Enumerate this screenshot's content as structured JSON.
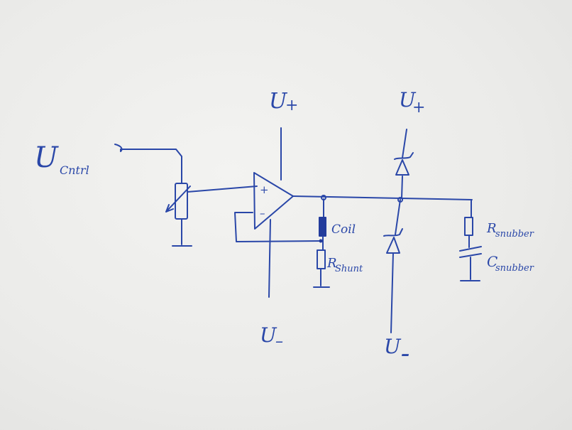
{
  "labels": {
    "u_ctrl": "U",
    "u_ctrl_sub": "Cntrl",
    "u_plus_left": "U",
    "u_plus_left_sub": "+",
    "u_minus_left": "U",
    "u_minus_left_sub": "–",
    "u_plus_right": "U",
    "u_plus_right_sub": "+",
    "u_minus_right": "U",
    "u_minus_right_sub": "–",
    "opamp_plus": "+",
    "opamp_minus": "–",
    "coil": "Coil",
    "r_shunt": "R",
    "r_shunt_sub": "Shunt",
    "r_snubber": "R",
    "r_snubber_sub": "snubber",
    "c_snubber": "C",
    "c_snubber_sub": "snubber"
  },
  "colors": {
    "ink": "#2a47a8",
    "ink_fill": "#233c9c",
    "paper": "#efefed"
  }
}
